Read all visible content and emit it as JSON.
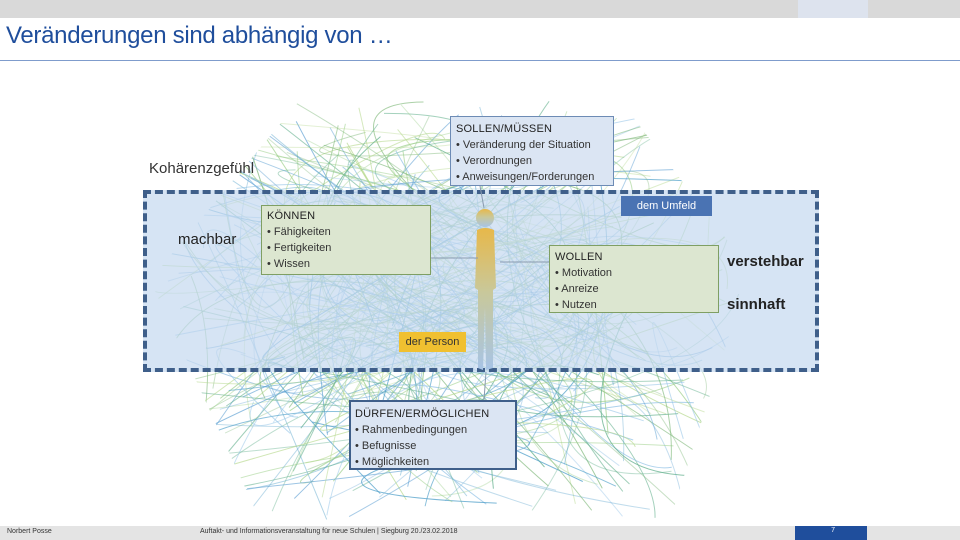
{
  "slide": {
    "title": "Veränderungen sind abhängig von …"
  },
  "colors": {
    "title": "#1f4e9c",
    "frame_fill": "#c6d9f0",
    "frame_border": "#3f5f8a",
    "green_box": "#dce6d0",
    "blue_box": "#dbe5f3",
    "label_umfeld": "#4a73b3",
    "label_person": "#f0c030"
  },
  "kohaerenz": {
    "title": "Kohärenzgefühl",
    "machbar": "machbar",
    "verstehbar": "verstehbar",
    "sinnhaft": "sinnhaft"
  },
  "boxes": {
    "sollen": {
      "heading": "SOLLEN/MÜSSEN",
      "items": [
        "• Veränderung der Situation",
        "• Verordnungen",
        "• Anweisungen/Forderungen"
      ]
    },
    "koennen": {
      "heading": "KÖNNEN",
      "items": [
        "• Fähigkeiten",
        "• Fertigkeiten",
        "• Wissen"
      ]
    },
    "wollen": {
      "heading": "WOLLEN",
      "items": [
        "• Motivation",
        "• Anreize",
        "• Nutzen"
      ]
    },
    "duerfen": {
      "heading": "DÜRFEN/ERMÖGLICHEN",
      "items": [
        "• Rahmenbedingungen",
        "• Befugnisse",
        "• Möglichkeiten"
      ]
    }
  },
  "labels": {
    "umfeld": "dem Umfeld",
    "person": "der Person"
  },
  "footer": {
    "author": "Norbert Posse",
    "event": "Auftakt- und Informationsveranstaltung für neue Schulen | Siegburg 20./23.02.2018",
    "page": "7"
  }
}
